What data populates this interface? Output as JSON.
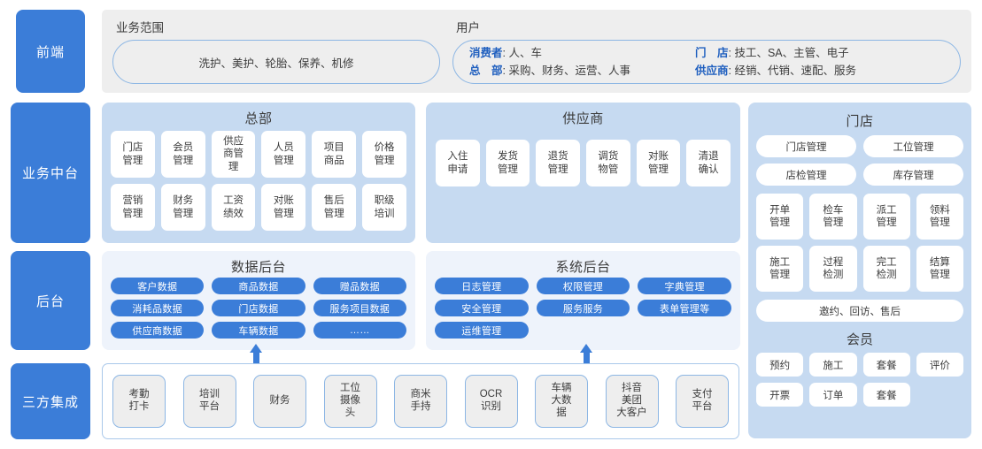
{
  "sidebar": {
    "items": [
      {
        "label": "前端"
      },
      {
        "label": "业务中台"
      },
      {
        "label": "后台"
      },
      {
        "label": "三方集成"
      }
    ]
  },
  "frontend": {
    "scope": {
      "title": "业务范围",
      "value": "洗护、美护、轮胎、保养、机修"
    },
    "users": {
      "title": "用户",
      "rows": [
        {
          "label": "消费者",
          "value": "人、车"
        },
        {
          "label": "总　部",
          "value": "采购、财务、运营、人事"
        },
        {
          "label": "门　店",
          "value": "技工、SA、主管、电子"
        },
        {
          "label": "供应商",
          "value": "经销、代销、速配、服务"
        }
      ]
    }
  },
  "middle": {
    "hq": {
      "title": "总部",
      "tiles": [
        "门店\n管理",
        "会员\n管理",
        "供应\n商管\n理",
        "人员\n管理",
        "项目\n商品",
        "价格\n管理",
        "营销\n管理",
        "财务\n管理",
        "工资\n绩效",
        "对账\n管理",
        "售后\n管理",
        "职级\n培训"
      ]
    },
    "supplier": {
      "title": "供应商",
      "tiles": [
        "入住\n申请",
        "发货\n管理",
        "退货\n管理",
        "调货\n物管",
        "对账\n管理",
        "清退\n确认"
      ]
    },
    "store": {
      "title": "门店",
      "pills": [
        "门店管理",
        "工位管理",
        "店检管理",
        "库存管理"
      ],
      "tiles": [
        "开单\n管理",
        "检车\n管理",
        "派工\n管理",
        "领料\n管理",
        "施工\n管理",
        "过程\n检测",
        "完工\n检测",
        "结算\n管理"
      ],
      "wide_pill": "邀约、回访、售后",
      "member": {
        "title": "会员",
        "tiles": [
          "预约",
          "施工",
          "套餐",
          "评价",
          "开票",
          "订单",
          "套餐"
        ]
      }
    }
  },
  "backend": {
    "data": {
      "title": "数据后台",
      "pills": [
        "客户数据",
        "商品数据",
        "赠品数据",
        "消耗品数据",
        "门店数据",
        "服务项目数据",
        "供应商数据",
        "车辆数据",
        "……"
      ]
    },
    "system": {
      "title": "系统后台",
      "pills": [
        "日志管理",
        "权限管理",
        "字典管理",
        "安全管理",
        "服务服务",
        "表单管理等",
        "运维管理"
      ]
    }
  },
  "third_party": {
    "tiles": [
      "考勤\n打卡",
      "培训\n平台",
      "财务",
      "工位\n摄像\n头",
      "商米\n手持",
      "OCR\n识别",
      "车辆\n大数\n据",
      "抖音\n美团\n大客户",
      "支付\n平台"
    ]
  },
  "colors": {
    "accent": "#3b7dd8",
    "panel_blue": "#c6daf1",
    "panel_pale": "#eef3fb",
    "band_gray": "#eeeeee",
    "border_blue": "#8cb6e4"
  }
}
